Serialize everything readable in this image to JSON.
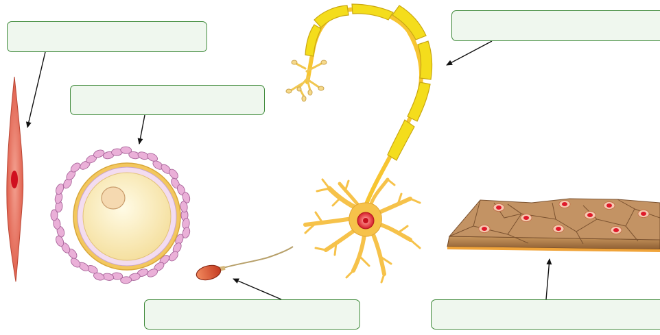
{
  "diagram": {
    "label_boxes": [
      {
        "id": "box-1",
        "text": ""
      },
      {
        "id": "box-2",
        "text": ""
      },
      {
        "id": "box-3",
        "text": ""
      },
      {
        "id": "box-4",
        "text": ""
      },
      {
        "id": "box-5",
        "text": ""
      }
    ],
    "colors": {
      "box_fill": "#eff7ee",
      "box_border": "#3f8a3a",
      "arrow": "#111111",
      "smooth_muscle_cell": "#f08a78",
      "nucleus_red": "#d9152a",
      "myelin": "#f4dd1c",
      "neuron_body": "#f6c24a",
      "ovum_membrane": "#e9d6ee",
      "follicle_cells": "#e9a7d2",
      "sperm_head": "#e2623e",
      "epithelium": "#b88555"
    }
  }
}
